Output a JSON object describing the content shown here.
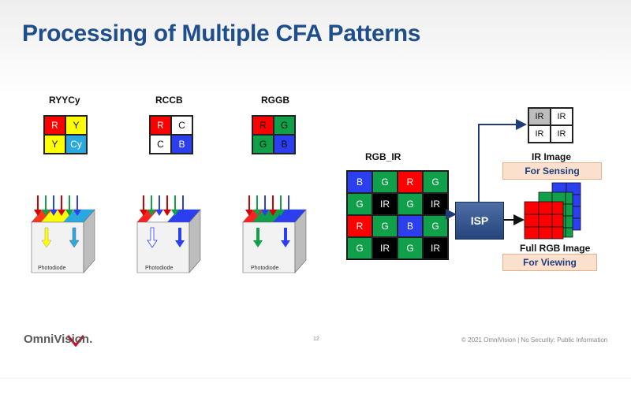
{
  "title": "Processing of Multiple CFA Patterns",
  "patterns": [
    {
      "name": "RYYCy",
      "cells": [
        {
          "t": "R",
          "bg": "#ff0000",
          "fg": "#ffffff"
        },
        {
          "t": "Y",
          "bg": "#ffff00",
          "fg": "#111111"
        },
        {
          "t": "Y",
          "bg": "#ffff00",
          "fg": "#111111"
        },
        {
          "t": "Cy",
          "bg": "#2aa9e0",
          "fg": "#ffffff"
        }
      ]
    },
    {
      "name": "RCCB",
      "cells": [
        {
          "t": "R",
          "bg": "#ff0000",
          "fg": "#ffffff"
        },
        {
          "t": "C",
          "bg": "#ffffff",
          "fg": "#111111"
        },
        {
          "t": "C",
          "bg": "#ffffff",
          "fg": "#111111"
        },
        {
          "t": "B",
          "bg": "#2b3ff0",
          "fg": "#ffffff"
        }
      ]
    },
    {
      "name": "RGGB",
      "cells": [
        {
          "t": "R",
          "bg": "#ff0000",
          "fg": "#111111"
        },
        {
          "t": "G",
          "bg": "#10a04a",
          "fg": "#111111"
        },
        {
          "t": "G",
          "bg": "#10a04a",
          "fg": "#111111"
        },
        {
          "t": "B",
          "bg": "#2b3ff0",
          "fg": "#111111"
        }
      ]
    }
  ],
  "photodiode_label": "Photodiode",
  "rgb_ir": {
    "name": "RGB_IR",
    "cells": [
      {
        "t": "B",
        "bg": "#2b3ff0"
      },
      {
        "t": "G",
        "bg": "#10a04a"
      },
      {
        "t": "R",
        "bg": "#ff0000"
      },
      {
        "t": "G",
        "bg": "#10a04a"
      },
      {
        "t": "G",
        "bg": "#10a04a"
      },
      {
        "t": "IR",
        "bg": "#000000"
      },
      {
        "t": "G",
        "bg": "#10a04a"
      },
      {
        "t": "IR",
        "bg": "#000000"
      },
      {
        "t": "R",
        "bg": "#ff0000"
      },
      {
        "t": "G",
        "bg": "#10a04a"
      },
      {
        "t": "B",
        "bg": "#2b3ff0"
      },
      {
        "t": "G",
        "bg": "#10a04a"
      },
      {
        "t": "G",
        "bg": "#10a04a"
      },
      {
        "t": "IR",
        "bg": "#000000"
      },
      {
        "t": "G",
        "bg": "#10a04a"
      },
      {
        "t": "IR",
        "bg": "#000000"
      }
    ]
  },
  "isp_label": "ISP",
  "ir_image": {
    "cells": [
      "IR",
      "IR",
      "IR",
      "IR"
    ],
    "label": "IR Image",
    "purpose": "For Sensing"
  },
  "rgb_image": {
    "label": "Full RGB Image",
    "purpose": "For Viewing"
  },
  "footer": {
    "logo": "OmniVision.",
    "page_number": "12",
    "copyright": "© 2021 OmniVision | No Security: Public Information"
  },
  "colors": {
    "title": "#1f4e8c",
    "red": "#ff0000",
    "green": "#10a04a",
    "blue": "#2b3ff0",
    "yellow": "#ffff00",
    "cyan": "#2aa9e0",
    "arrow_navy": "#1f3d7a",
    "tag_fill": "#fbe0cd"
  }
}
